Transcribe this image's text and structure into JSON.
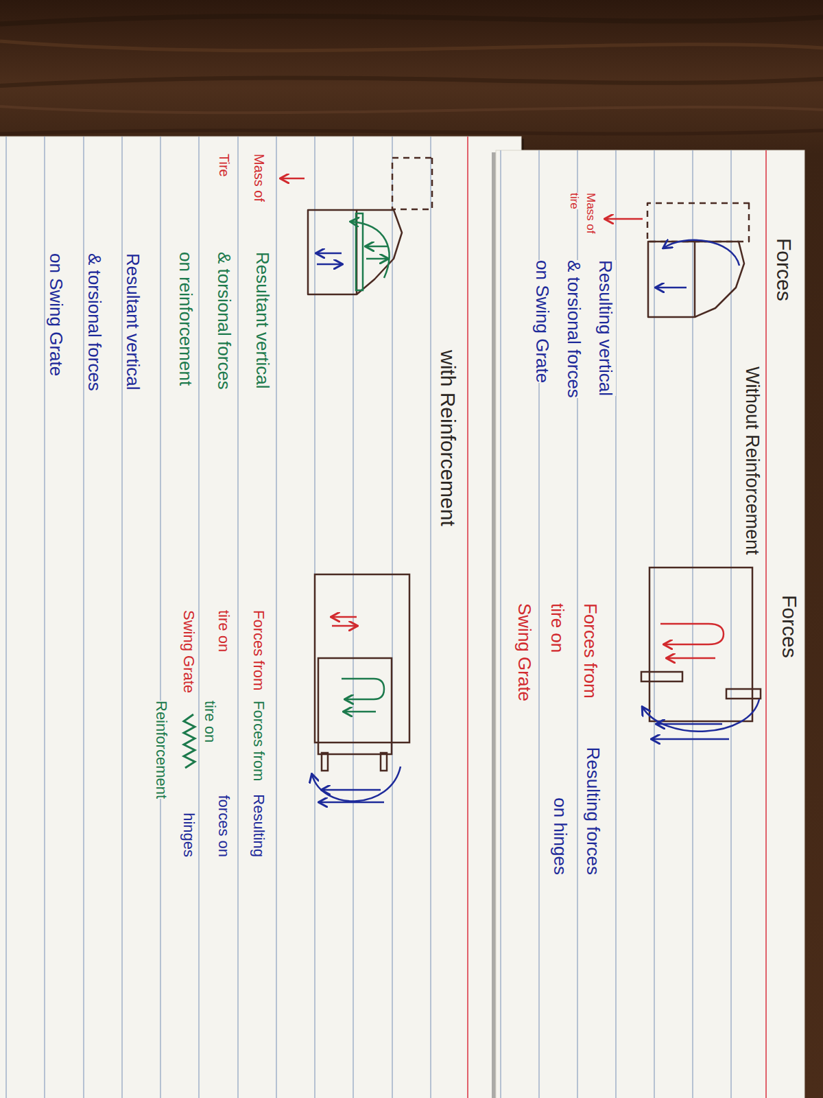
{
  "diagram": {
    "nodes": [
      {
        "text": [
          "Forces",
          "Forces",
          "Without Reinforcement",
          "Mass of tire",
          "Resulting vertical & torsional forces on Swing Grate",
          "Forces from tire on Swing Grate",
          "Resulting forces on hinges"
        ]
      },
      {
        "text": [
          "with Reinforcement",
          "Mass of Tire",
          "Resultant vertical & torsional forces on reinforcement",
          "Resultant vertical & torsional forces on Swing Grate",
          "Forces from tire on Swing Grate",
          "Forces from tire on Reinforcement",
          "Resulting forces on hinges"
        ]
      }
    ]
  }
}
